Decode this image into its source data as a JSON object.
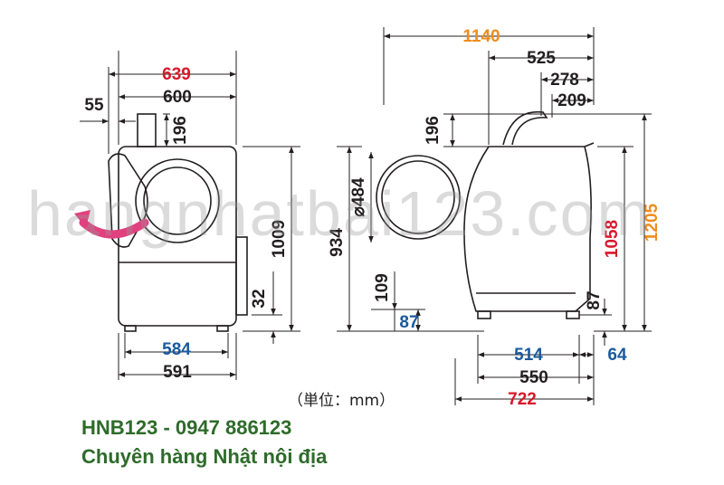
{
  "watermark": "hangnhatbai123.com",
  "unit_note": "（単位：mm）",
  "footer": {
    "line1": "HNB123 - 0947 886123",
    "line2": "Chuyên hàng Nhật nội địa"
  },
  "colors": {
    "red": "#d7182a",
    "blue": "#1a5a9e",
    "orange": "#ef8d1f",
    "black": "#231f20",
    "footer_green": "#2e6b2a",
    "arrow_pink": "#e0417f"
  },
  "front_view": {
    "width_top_red": "639",
    "width_600": "600",
    "offset_55": "55",
    "height_196": "196",
    "height_1009": "1009",
    "height_32": "32",
    "width_584": "584",
    "width_591": "591"
  },
  "side_view": {
    "depth_1140": "1140",
    "depth_525": "525",
    "depth_278": "278",
    "depth_209": "209",
    "height_196": "196",
    "diameter_484": "⌀484",
    "height_934": "934",
    "height_109": "109",
    "height_87_blue": "87",
    "height_1058": "1058",
    "height_1205": "1205",
    "height_87": "87",
    "depth_514": "514",
    "depth_64": "64",
    "depth_550": "550",
    "depth_722": "722"
  }
}
